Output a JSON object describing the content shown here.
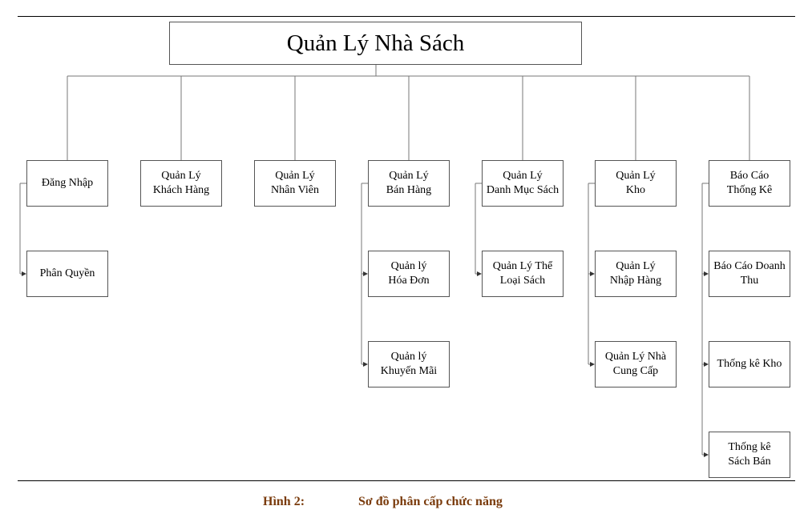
{
  "root": "Quản Lý Nhà Sách",
  "modules": [
    {
      "label": "Đăng Nhập",
      "children": [
        "Phân Quyền"
      ]
    },
    {
      "label": "Quản Lý\nKhách Hàng",
      "children": []
    },
    {
      "label": "Quản Lý\nNhân Viên",
      "children": []
    },
    {
      "label": "Quản Lý\nBán Hàng",
      "children": [
        "Quản lý\nHóa Đơn",
        "Quản lý\nKhuyến Mãi"
      ]
    },
    {
      "label": "Quản Lý\nDanh Mục Sách",
      "children": [
        "Quản Lý Thể\nLoại Sách"
      ]
    },
    {
      "label": "Quản Lý\nKho",
      "children": [
        "Quản Lý\nNhập Hàng",
        "Quản Lý Nhà\nCung Cấp"
      ]
    },
    {
      "label": "Báo Cáo\nThống Kê",
      "children": [
        "Báo Cáo Doanh\nThu",
        "Thống kê Kho",
        "Thống kê\nSách Bán"
      ]
    }
  ],
  "caption": {
    "label": "Hình 2:",
    "text": "Sơ đồ phân cấp chức năng"
  }
}
